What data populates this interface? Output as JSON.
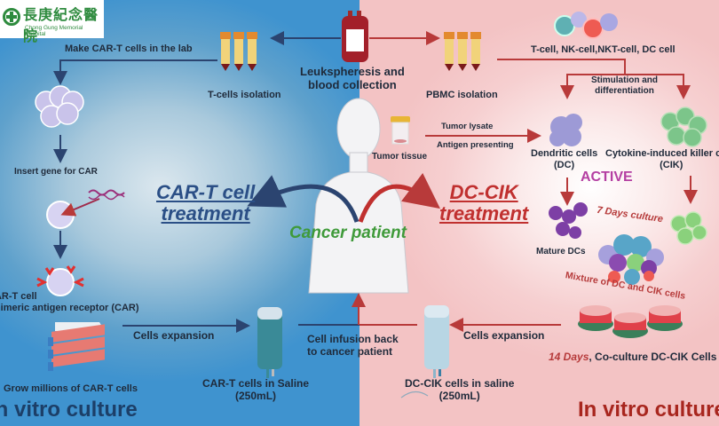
{
  "logo": {
    "chinese_name": "長庚紀念醫院",
    "english_name": "Chong Gung Memorial Hospital"
  },
  "colors": {
    "car_t_blue": "#2b4f86",
    "dc_cik_red": "#c0302f",
    "patient_green": "#3f9a3a",
    "active_purple": "#b43fa2",
    "text_dark": "#1f2a3a"
  },
  "center": {
    "blood_collection": "Leukspheresis and blood collection",
    "blood_collection_line1": "Leukspheresis and",
    "blood_collection_line2": "blood collection",
    "patient_label": "Cancer patient",
    "infusion_line1": "Cell infusion back",
    "infusion_line2": "to cancer patient"
  },
  "car_t": {
    "treatment_line1": "CAR-T cell",
    "treatment_line2": "treatment",
    "steps": {
      "t_cells_isolation": "T-cells isolation",
      "make_in_lab": "Make CAR-T cells in the lab",
      "insert_gene": "Insert gene for CAR",
      "car_t_cell_line1": "CAR-T cell",
      "car_t_cell_line2": "Chimeric antigen receptor (CAR)",
      "grow_millions": "Grow millions of CAR-T cells",
      "cells_expansion": "Cells expansion",
      "saline_line1": "CAR-T cells in Saline",
      "saline_line2": "(250mL)"
    },
    "footer": "In vitro culture"
  },
  "dc_cik": {
    "treatment_line1": "DC-CIK",
    "treatment_line2": "treatment",
    "steps": {
      "pbmc_isolation": "PBMC isolation",
      "cell_types": "T-cell, NK-cell,NKT-cell, DC cell",
      "stimulation_line1": "Stimulation and",
      "stimulation_line2": "differentiation",
      "tumor_tissue": "Tumor tissue",
      "tumor_lysate": "Tumor lysate",
      "antigen_presenting": "Antigen presenting",
      "dendritic_line1": "Dendritic cells",
      "dendritic_line2": "(DC)",
      "cik_line1": "Cytokine-induced killer cells",
      "cik_line2": "(CIK)",
      "active": "ACTIVE",
      "seven_days": "7 Days culture",
      "mature_dcs": "Mature DCs",
      "mixture": "Mixture of DC and CIK cells",
      "coculture_days": "14 Days",
      "coculture_rest": ", Co-culture DC-CIK Cells",
      "cells_expansion": "Cells expansion",
      "saline_line1": "DC-CIK cells in saline",
      "saline_line2": "(250mL)"
    },
    "footer": "In vitro culture"
  }
}
